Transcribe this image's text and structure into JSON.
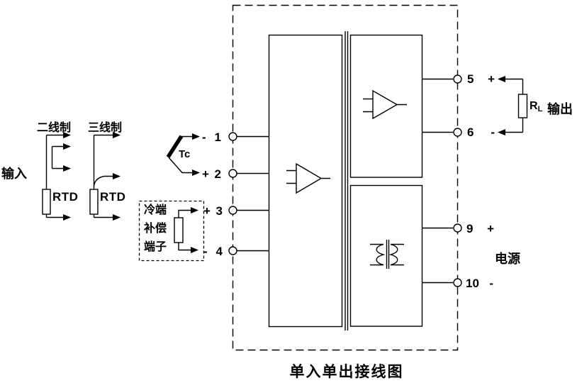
{
  "title": "单入单出接线图",
  "colors": {
    "line": "#000000",
    "background": "#ffffff"
  },
  "input": {
    "label": "输入",
    "two_wire_label": "二线制",
    "three_wire_label": "三线制",
    "rtd2": "RTD",
    "rtd3": "RTD",
    "tc_label": "Tc",
    "cold_junction": {
      "line1": "冷端",
      "line2": "补偿",
      "line3": "端子"
    }
  },
  "terminals": {
    "t1": {
      "sign": "-",
      "num": "1"
    },
    "t2": {
      "sign": "+",
      "num": "2"
    },
    "t3": {
      "sign": "+",
      "num": "3"
    },
    "t4": {
      "sign": "-",
      "num": "4"
    },
    "t5": {
      "num": "5",
      "sign": "+"
    },
    "t6": {
      "num": "6",
      "sign": "-"
    },
    "t9": {
      "num": "9",
      "sign": "+"
    },
    "t10": {
      "num": "10",
      "sign": "-"
    }
  },
  "output": {
    "load_name": "R",
    "load_sub": "L",
    "label": "输出"
  },
  "power": {
    "label": "电源"
  }
}
